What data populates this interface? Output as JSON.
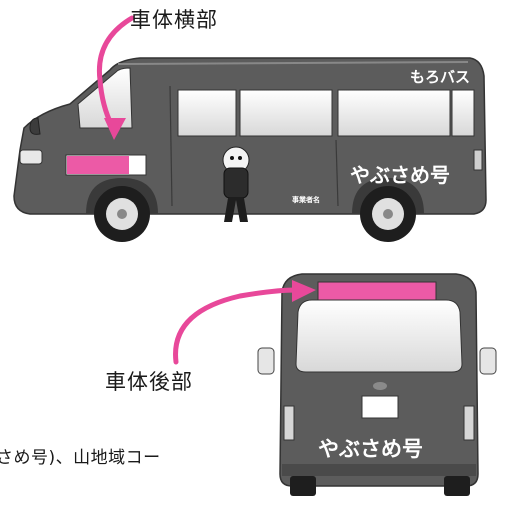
{
  "labels": {
    "side": "車体横部",
    "rear": "車体後部",
    "caption_partial": "さめ号)、山地域コー"
  },
  "bus": {
    "route_name": "もろバス",
    "nickname": "やぶさめ号",
    "operator_text": "事業者名"
  },
  "colors": {
    "body": "#5c5c5c",
    "highlight": "#ec5aa6",
    "arrow": "#e8489a",
    "window": "#f2f2f2"
  }
}
